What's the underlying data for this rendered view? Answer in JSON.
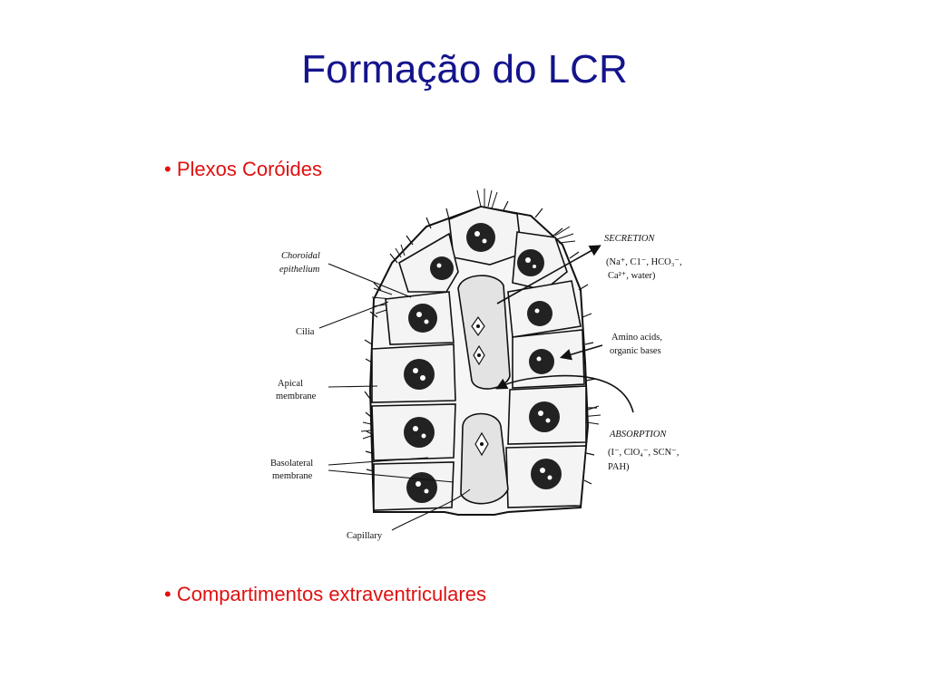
{
  "slide": {
    "title": "Formação do LCR",
    "bullets": [
      "• Plexos Coróides",
      "• Compartimentos extraventriculares"
    ]
  },
  "diagram": {
    "labels": {
      "choroidal_line1": "Choroidal",
      "choroidal_line2": "epithelium",
      "cilia": "Cilia",
      "apical_line1": "Apical",
      "apical_line2": "membrane",
      "basolateral_line1": "Basolateral",
      "basolateral_line2": "membrane",
      "capillary": "Capillary",
      "secretion": "SECRETION",
      "secretion_ions_line1": "(Na⁺, C1⁻, HCO₃⁻,",
      "secretion_ions_line2": "Ca²⁺, water)",
      "amino_line1": "Amino acids,",
      "amino_line2": "organic bases",
      "absorption": "ABSORPTION",
      "absorption_ions_line1": "(I⁻, ClO₄⁻, SCN⁻,",
      "absorption_ions_line2": "PAH)"
    }
  }
}
